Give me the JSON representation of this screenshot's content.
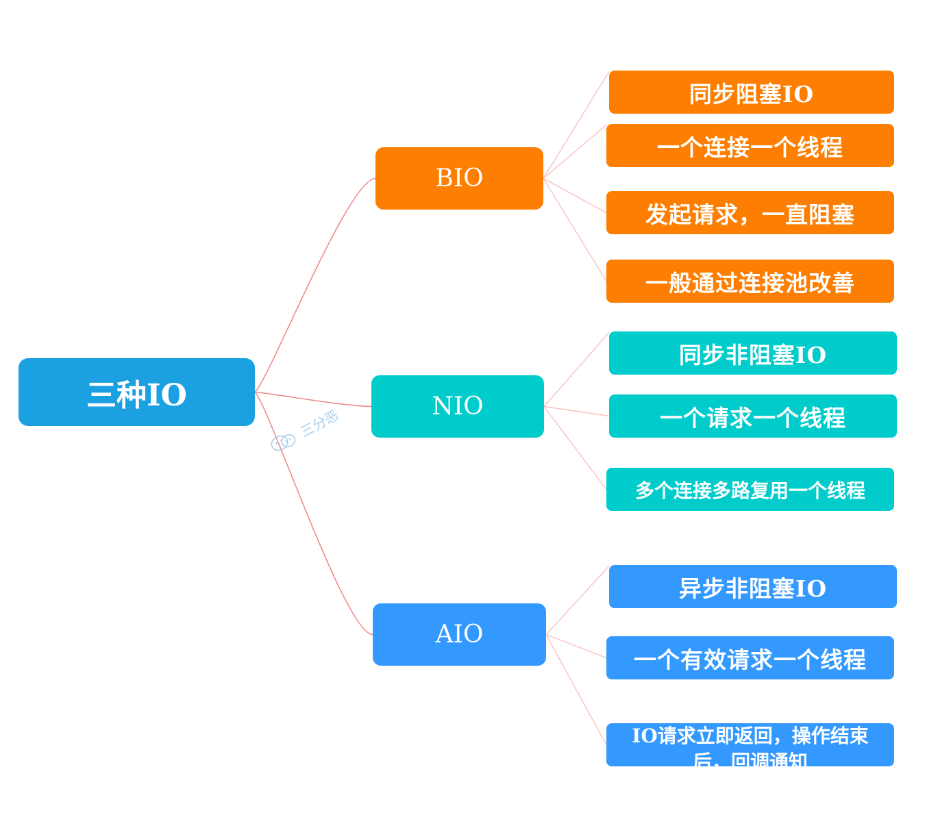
{
  "root": {
    "label": "三种IO",
    "color": "#1ba1e2"
  },
  "branches": [
    {
      "label": "BIO",
      "color": "#fd7e00",
      "leaves": [
        "同步阻塞IO",
        "一个连接一个线程",
        "发起请求，一直阻塞",
        "一般通过连接池改善"
      ]
    },
    {
      "label": "NIO",
      "color": "#00cccc",
      "leaves": [
        "同步非阻塞IO",
        "一个请求一个线程",
        "多个连接多路复用一个线程"
      ]
    },
    {
      "label": "AIO",
      "color": "#3399ff",
      "leaves": [
        "异步非阻塞IO",
        "一个有效请求一个线程",
        "IO请求立即返回，操作结束后，回调通知"
      ]
    }
  ],
  "watermark": {
    "text": "三分恶"
  },
  "colors": {
    "root_edge": "#f08a8a",
    "leaf_edge": "#f9c1c1"
  }
}
